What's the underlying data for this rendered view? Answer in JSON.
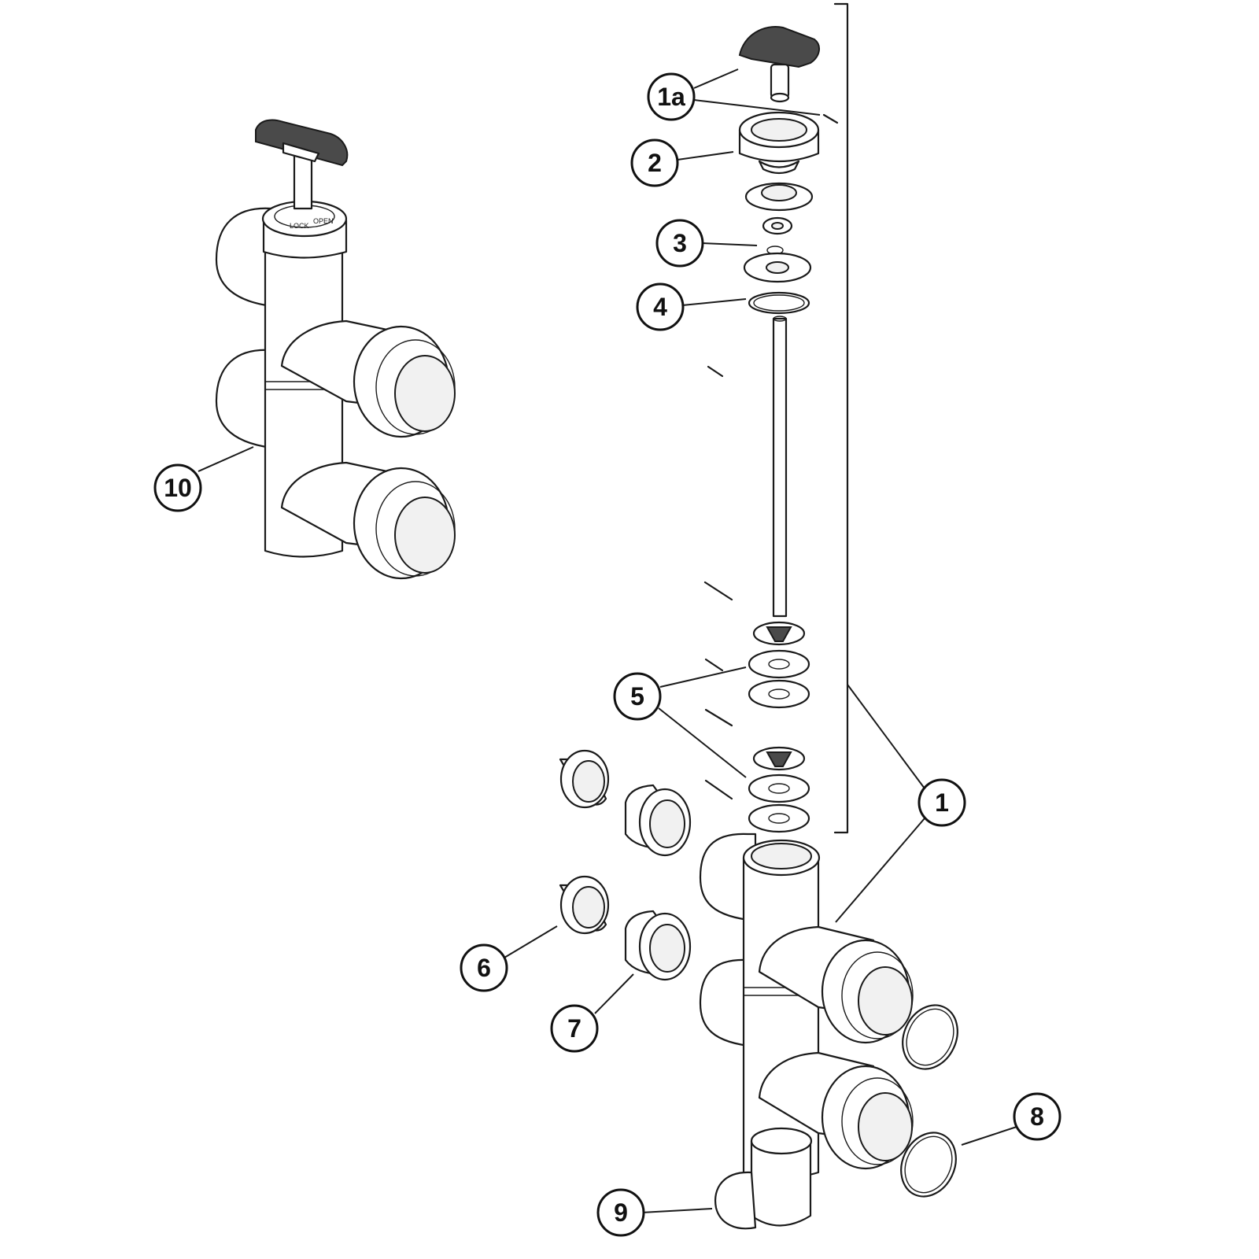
{
  "callouts": [
    {
      "id": "1a",
      "label": "1a"
    },
    {
      "id": "2",
      "label": "2"
    },
    {
      "id": "3",
      "label": "3"
    },
    {
      "id": "4",
      "label": "4"
    },
    {
      "id": "5",
      "label": "5"
    },
    {
      "id": "1",
      "label": "1"
    },
    {
      "id": "10",
      "label": "10"
    },
    {
      "id": "6",
      "label": "6"
    },
    {
      "id": "7",
      "label": "7"
    },
    {
      "id": "8",
      "label": "8"
    },
    {
      "id": "9",
      "label": "9"
    }
  ],
  "cap_text": {
    "left": "LOCK",
    "right": "OPEN"
  }
}
